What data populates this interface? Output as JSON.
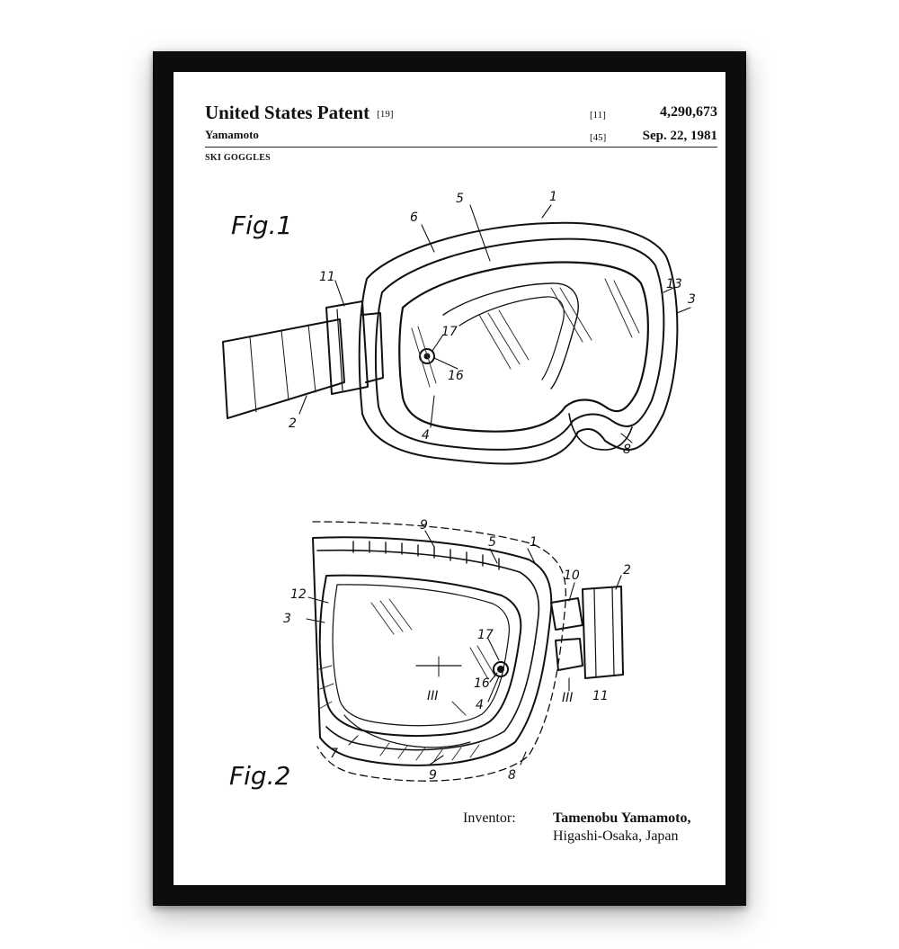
{
  "patent": {
    "header_title": "United States Patent",
    "header_code": "[19]",
    "inventor_surname": "Yamamoto",
    "number_code": "[11]",
    "number": "4,290,673",
    "date_code": "[45]",
    "date": "Sep. 22, 1981",
    "subject": "SKI GOGGLES"
  },
  "figures": {
    "fig1_label": "Fig.1",
    "fig2_label": "Fig.2",
    "fig1_numbers": [
      "1",
      "5",
      "6",
      "11",
      "13",
      "3",
      "17",
      "16",
      "2",
      "4",
      "8"
    ],
    "fig2_numbers": [
      "9",
      "5",
      "1",
      "10",
      "2",
      "12",
      "3",
      "17",
      "16",
      "4",
      "III",
      "III",
      "11",
      "7",
      "9",
      "8"
    ]
  },
  "inventor": {
    "label": "Inventor:",
    "name": "Tamenobu Yamamoto,",
    "location": "Higashi-Osaka, Japan"
  },
  "colors": {
    "frame": "#0d0d0d",
    "paper": "#ffffff",
    "ink": "#111111"
  }
}
